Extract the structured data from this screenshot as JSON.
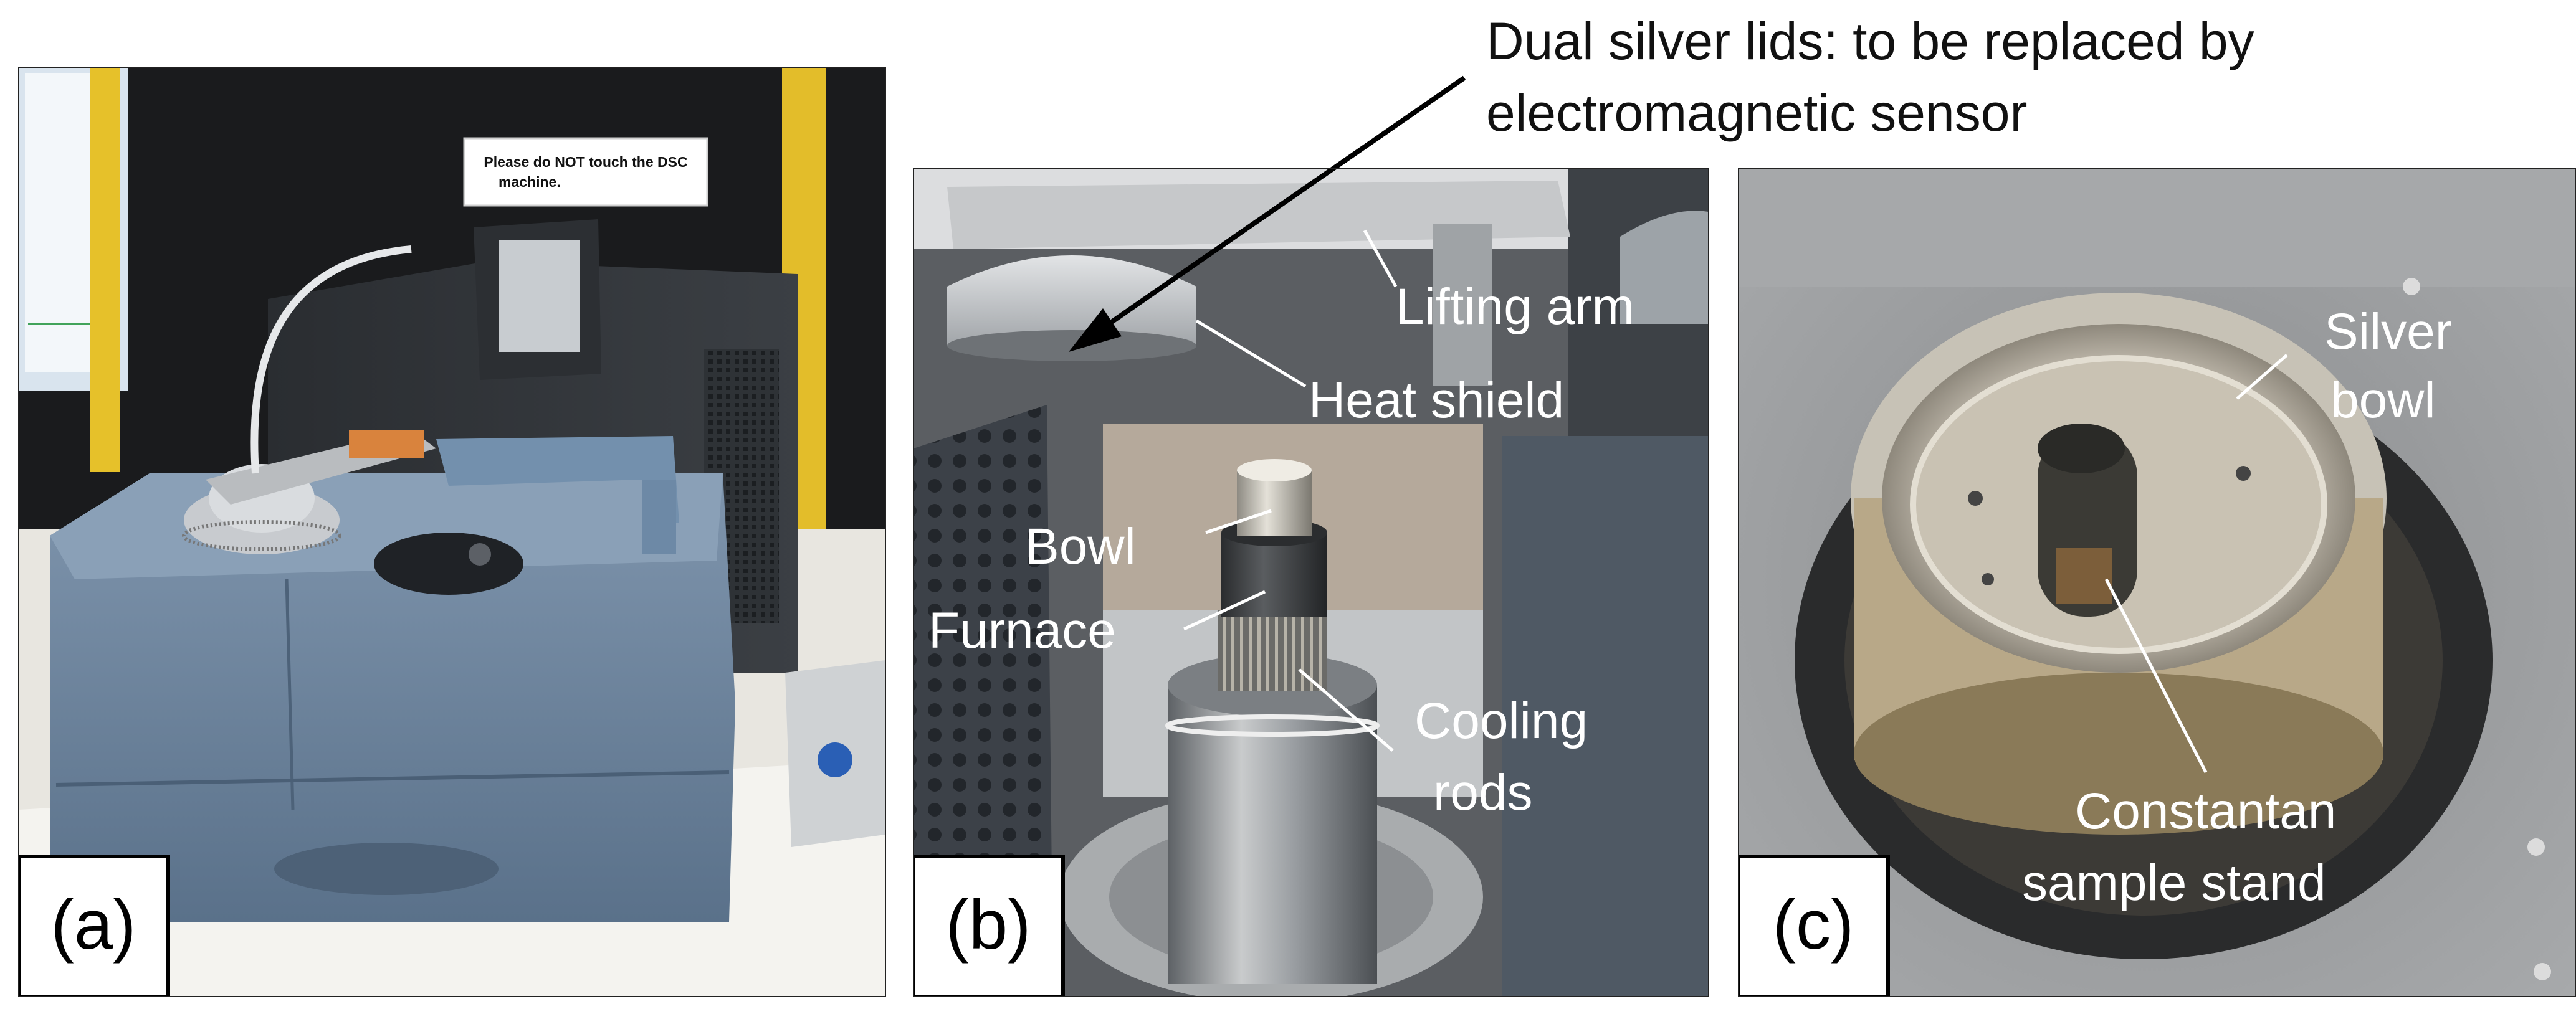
{
  "figure": {
    "callout": {
      "line1": "Dual silver lids: to be replaced by",
      "line2": "electromagnetic sensor"
    },
    "panel_a": {
      "label": "(a)",
      "sign_line1": "Please do NOT touch the DSC",
      "sign_line2": "machine."
    },
    "panel_b": {
      "label": "(b)",
      "lifting_arm": "Lifting arm",
      "heat_shield": "Heat shield",
      "bowl": "Bowl",
      "furnace": "Furnace",
      "cooling_line1": "Cooling",
      "cooling_line2": "rods"
    },
    "panel_c": {
      "label": "(c)",
      "silver_line1": "Silver",
      "silver_line2": "bowl",
      "constantan_line1": "Constantan",
      "constantan_line2": "sample stand"
    }
  }
}
